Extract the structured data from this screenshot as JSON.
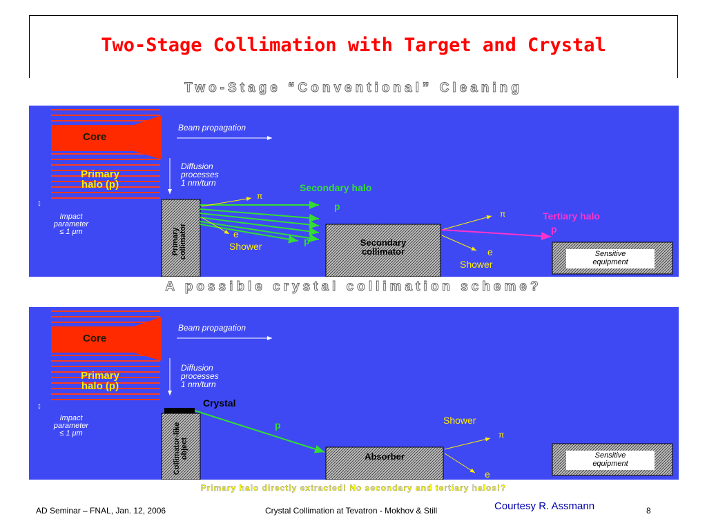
{
  "slide": {
    "title": "Two-Stage Collimation with Target and Crystal",
    "page_number": "8"
  },
  "panel1": {
    "heading": "Two-Stage “Conventional” Cleaning",
    "core": "Core",
    "beam_propagation": "Beam propagation",
    "primary_halo": [
      "Primary",
      "halo (p)"
    ],
    "diffusion": [
      "Diffusion",
      "processes",
      "1 nm/turn"
    ],
    "arrow_updown": "↕",
    "impact": [
      "Impact",
      "parameter",
      "≤ 1 μm"
    ],
    "primary_collimator": [
      "Primary",
      "collimator"
    ],
    "secondary_halo": "Secondary halo",
    "pi_1": "π",
    "p_1": "p",
    "p_2": "p",
    "e_1": "e",
    "shower_1": "Shower",
    "secondary_collimator": [
      "Secondary",
      "collimator"
    ],
    "pi_2": "π",
    "tertiary_halo": "Tertiary halo",
    "p_3": "p",
    "e_2": "e",
    "shower_2": "Shower",
    "sensitive": [
      "Sensitive",
      "equipment"
    ]
  },
  "panel2": {
    "heading": "A possible crystal collimation scheme?",
    "core": "Core",
    "beam_propagation": "Beam propagation",
    "primary_halo": [
      "Primary",
      "halo (p)"
    ],
    "diffusion": [
      "Diffusion",
      "processes",
      "1 nm/turn"
    ],
    "arrow_updown": "↕",
    "impact": [
      "Impact",
      "parameter",
      "≤ 1 μm"
    ],
    "crystal": "Crystal",
    "collimator_like": [
      "Collimator-like",
      "object"
    ],
    "p": "p",
    "shower": "Shower",
    "pi": "π",
    "absorber": "Absorber",
    "e": "e",
    "sensitive": [
      "Sensitive",
      "equipment"
    ],
    "caption": "Primary halo directly extracted! No secondary and tertiary halos!?"
  },
  "footer": {
    "left": "AD Seminar – FNAL, Jan. 12, 2006",
    "center": "Crystal Collimation at Tevatron -  Mokhov & Still",
    "courtesy": "Courtesy R. Assmann"
  },
  "colors": {
    "panel_bg": "#3f49f3",
    "core_red": "#ff2a00",
    "halo_yellow": "#ffff00",
    "green": "#33dd33",
    "magenta": "#ff33cc",
    "title_red": "#ff0000",
    "courtesy_blue": "#0000aa"
  }
}
